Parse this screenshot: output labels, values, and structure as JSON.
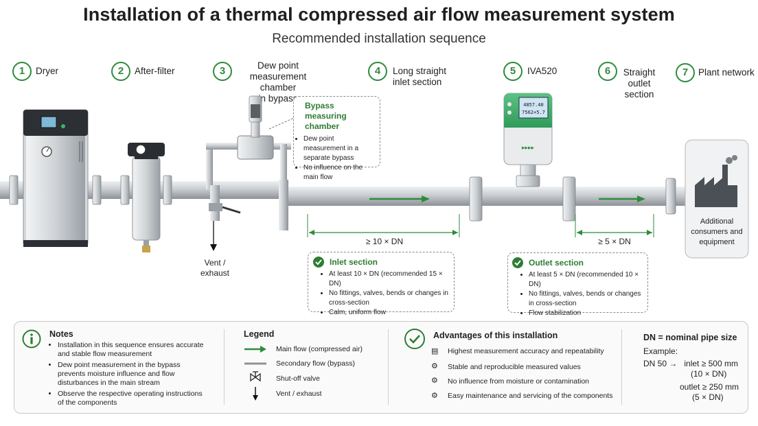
{
  "title": "Installation of a thermal compressed air flow measurement system",
  "subtitle": "Recommended installation sequence",
  "steps": [
    {
      "num": "1",
      "label": "Dryer"
    },
    {
      "num": "2",
      "label": "After-filter"
    },
    {
      "num": "3",
      "label_lines": [
        "Dew point",
        "measurement chamber",
        "in bypass"
      ]
    },
    {
      "num": "4",
      "label_lines": [
        "Long straight",
        "inlet section"
      ]
    },
    {
      "num": "5",
      "label": "IVA520"
    },
    {
      "num": "6",
      "label_lines": [
        "Straight",
        "outlet section"
      ]
    },
    {
      "num": "7",
      "label": "Plant network"
    }
  ],
  "display": {
    "line1": "4857.40",
    "line2": "7562+5.7"
  },
  "bypass_callout": {
    "title_lines": [
      "Bypass",
      "measuring chamber"
    ],
    "bullets": [
      "Dew point measurement in a separate bypass",
      "No influence on the main flow"
    ]
  },
  "vent_label_lines": [
    "Vent /",
    "exhaust"
  ],
  "plant_label_lines": [
    "Additional",
    "consumers and",
    "equipment"
  ],
  "dim_inlet": "≥ 10 × DN",
  "dim_outlet": "≥ 5 × DN",
  "inlet_box": {
    "title": "Inlet section",
    "bullets": [
      "At least 10 × DN (recommended 15 × DN)",
      "No fittings, valves, bends or changes in cross-section",
      "Calm, uniform flow"
    ]
  },
  "outlet_box": {
    "title": "Outlet section",
    "bullets": [
      "At least 5 × DN (recommended 10 × DN)",
      "No fittings, valves, bends or changes in cross-section",
      "Flow stabilization"
    ]
  },
  "notes": {
    "title": "Notes",
    "bullets": [
      "Installation in this sequence ensures accurate and stable flow measurement",
      "Dew point measurement in the bypass prevents moisture influence and flow disturbances in the main stream",
      "Observe the respective operating instructions of the components"
    ]
  },
  "legend": {
    "title": "Legend",
    "items": [
      "Main flow (compressed air)",
      "Secondary flow (bypass)",
      "Shut-off valve",
      "Vent / exhaust"
    ]
  },
  "advantages": {
    "title": "Advantages of this installation",
    "items": [
      "Highest measurement accuracy and repeatability",
      "Stable and reproducible measured values",
      "No influence from moisture or contamination",
      "Easy maintenance and servicing of the components"
    ]
  },
  "dn": {
    "title": "DN = nominal pipe size",
    "example_label": "Example:",
    "line1": "DN 50 →   inlet ≥ 500 mm",
    "line2": "(10 × DN)",
    "line3": "outlet ≥ 250 mm",
    "line4": "(5 × DN)"
  },
  "colors": {
    "accent": "#2e7d32",
    "flow_arrow": "#2e8b3c",
    "pipe": "#b9bdc2",
    "meter_green": "#3fae6a"
  }
}
